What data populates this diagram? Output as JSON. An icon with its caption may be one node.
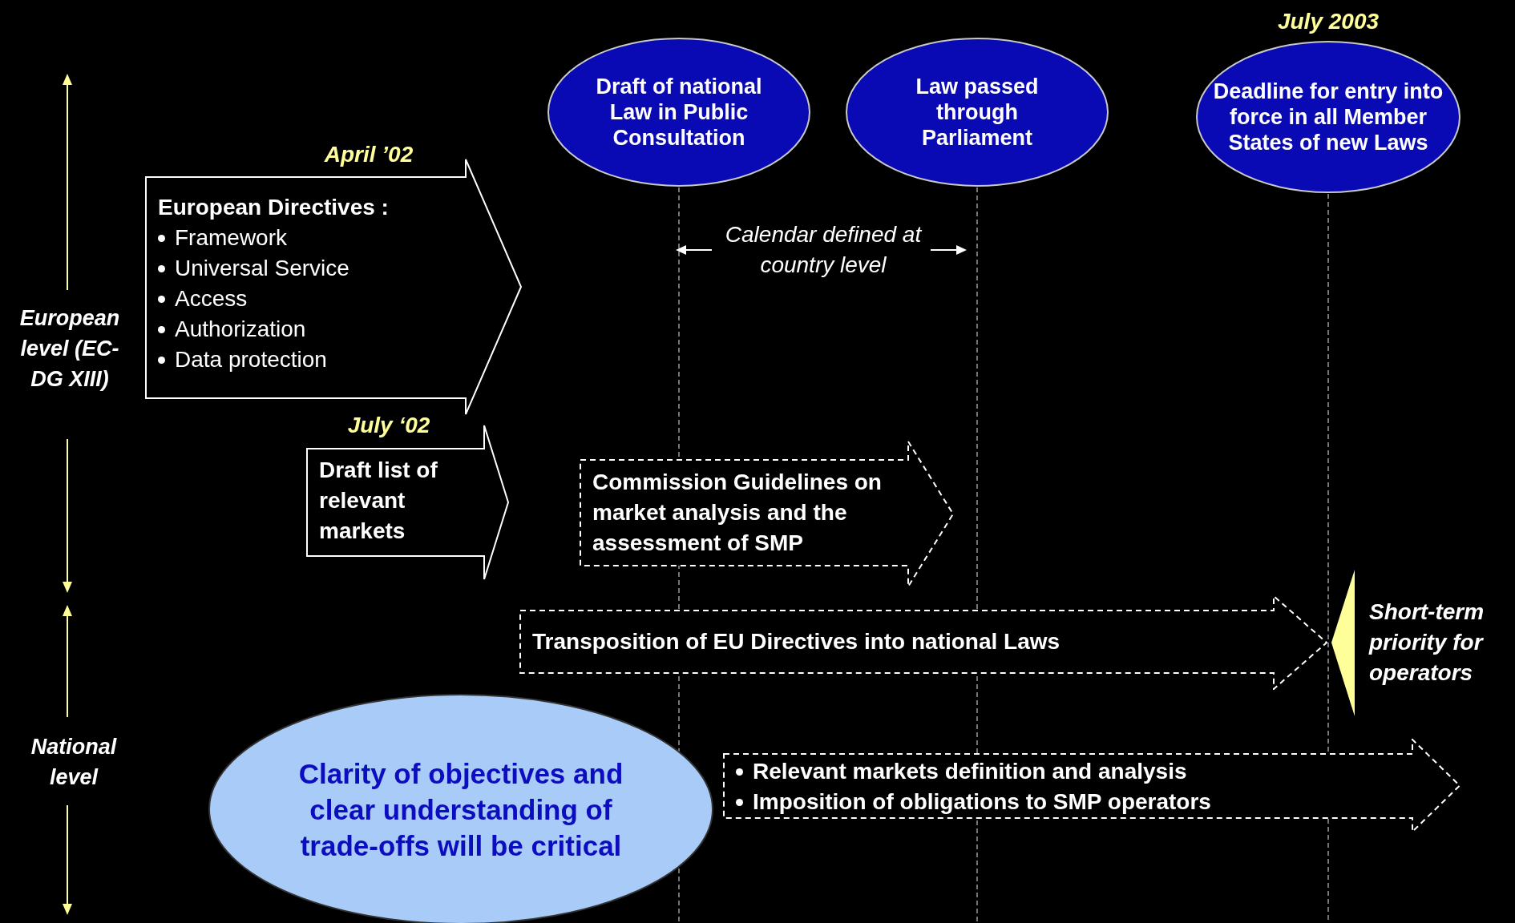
{
  "diagram": {
    "nodes": [
      {
        "text": [
          "Draft of national Law in Public Consultation"
        ]
      },
      {
        "text": [
          "Law passed through Parliament"
        ]
      },
      {
        "text": [
          "Deadline for entry into force in all Member States of new Laws"
        ],
        "beside": [
          "July 2003"
        ]
      },
      {
        "text": [
          "European Directives :",
          "Framework",
          "Universal Service",
          "Access",
          "Authorization",
          "Data protection"
        ],
        "beside": [
          "April ’02"
        ]
      },
      {
        "text": [
          "Draft list of relevant markets"
        ],
        "beside": [
          "July ‘02"
        ]
      },
      {
        "text": [
          "Commission Guidelines on market analysis and the assessment of SMP"
        ]
      },
      {
        "text": [
          "Transposition of EU Directives into national Laws"
        ]
      },
      {
        "text": [
          "Relevant markets definition and analysis",
          "Imposition of obligations to SMP operators"
        ]
      },
      {
        "text": [
          "Clarity of objectives and clear understanding of trade-offs will be critical"
        ]
      }
    ],
    "labels": [
      "Calendar defined at country level",
      "European level (EC-DG XIII)",
      "Short-term priority for operators",
      "National level"
    ]
  }
}
